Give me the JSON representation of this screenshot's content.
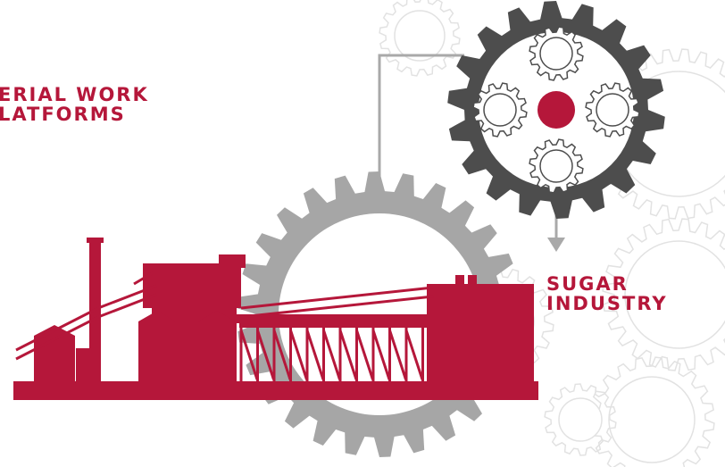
{
  "labels": {
    "left": {
      "line1": "ERIAL WORK",
      "line2": "LATFORMS"
    },
    "right": {
      "line1": "SUGAR",
      "line2": "INDUSTRY"
    }
  },
  "colors": {
    "accent": "#b5173a",
    "gear_dark": "#4d4d4d",
    "gear_mid": "#a6a6a6",
    "gear_faint": "#e2e2e2",
    "connector": "#a9a9a9"
  },
  "icons": {
    "big_gear": "gear-icon",
    "small_gear": "gear-icon",
    "factory": "factory-icon"
  }
}
